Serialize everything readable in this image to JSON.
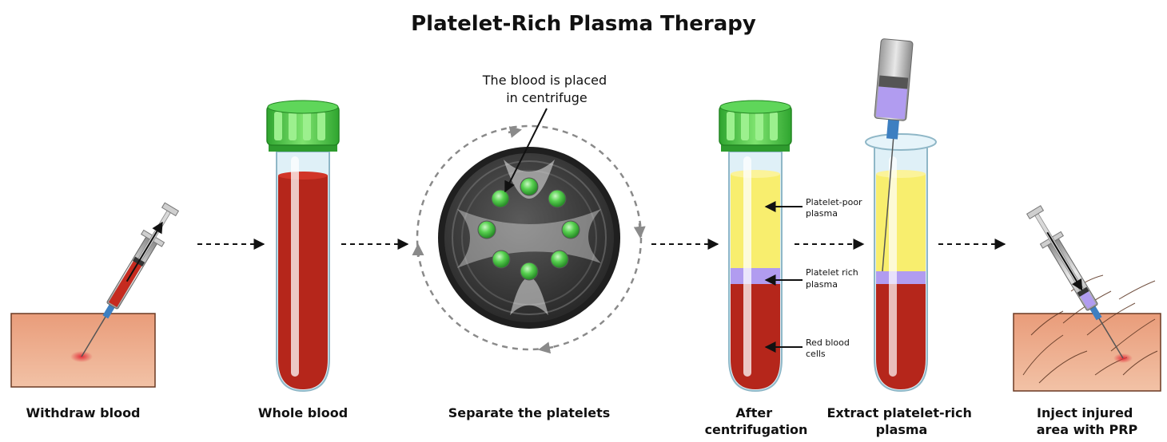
{
  "title": "Platelet-Rich Plasma Therapy",
  "steps": [
    {
      "label_lines": [
        "Withdraw blood"
      ]
    },
    {
      "label_lines": [
        "Whole blood"
      ]
    },
    {
      "label_lines": [
        "Separate the platelets"
      ]
    },
    {
      "label_lines": [
        "After",
        "centrifugation"
      ]
    },
    {
      "label_lines": [
        "Extract platelet-rich",
        "plasma"
      ]
    },
    {
      "label_lines": [
        "Inject injured",
        "area with PRP"
      ]
    }
  ],
  "centrifuge_note": [
    "The blood is placed",
    "in centrifuge"
  ],
  "layers": [
    {
      "label_lines": [
        "Platelet-poor",
        "plasma"
      ]
    },
    {
      "label_lines": [
        "Platelet rich",
        "plasma"
      ]
    },
    {
      "label_lines": [
        "Red blood",
        "cells"
      ]
    }
  ],
  "colors": {
    "blood": "#b5261b",
    "plasma_yellow": "#f8ee6e",
    "prp_purple": "#b19cf0",
    "cap_green": "#3fc43f",
    "skin": "#ecaa86",
    "centrifuge_dark": "#2a2a2a",
    "arrow_gray": "#888888"
  }
}
